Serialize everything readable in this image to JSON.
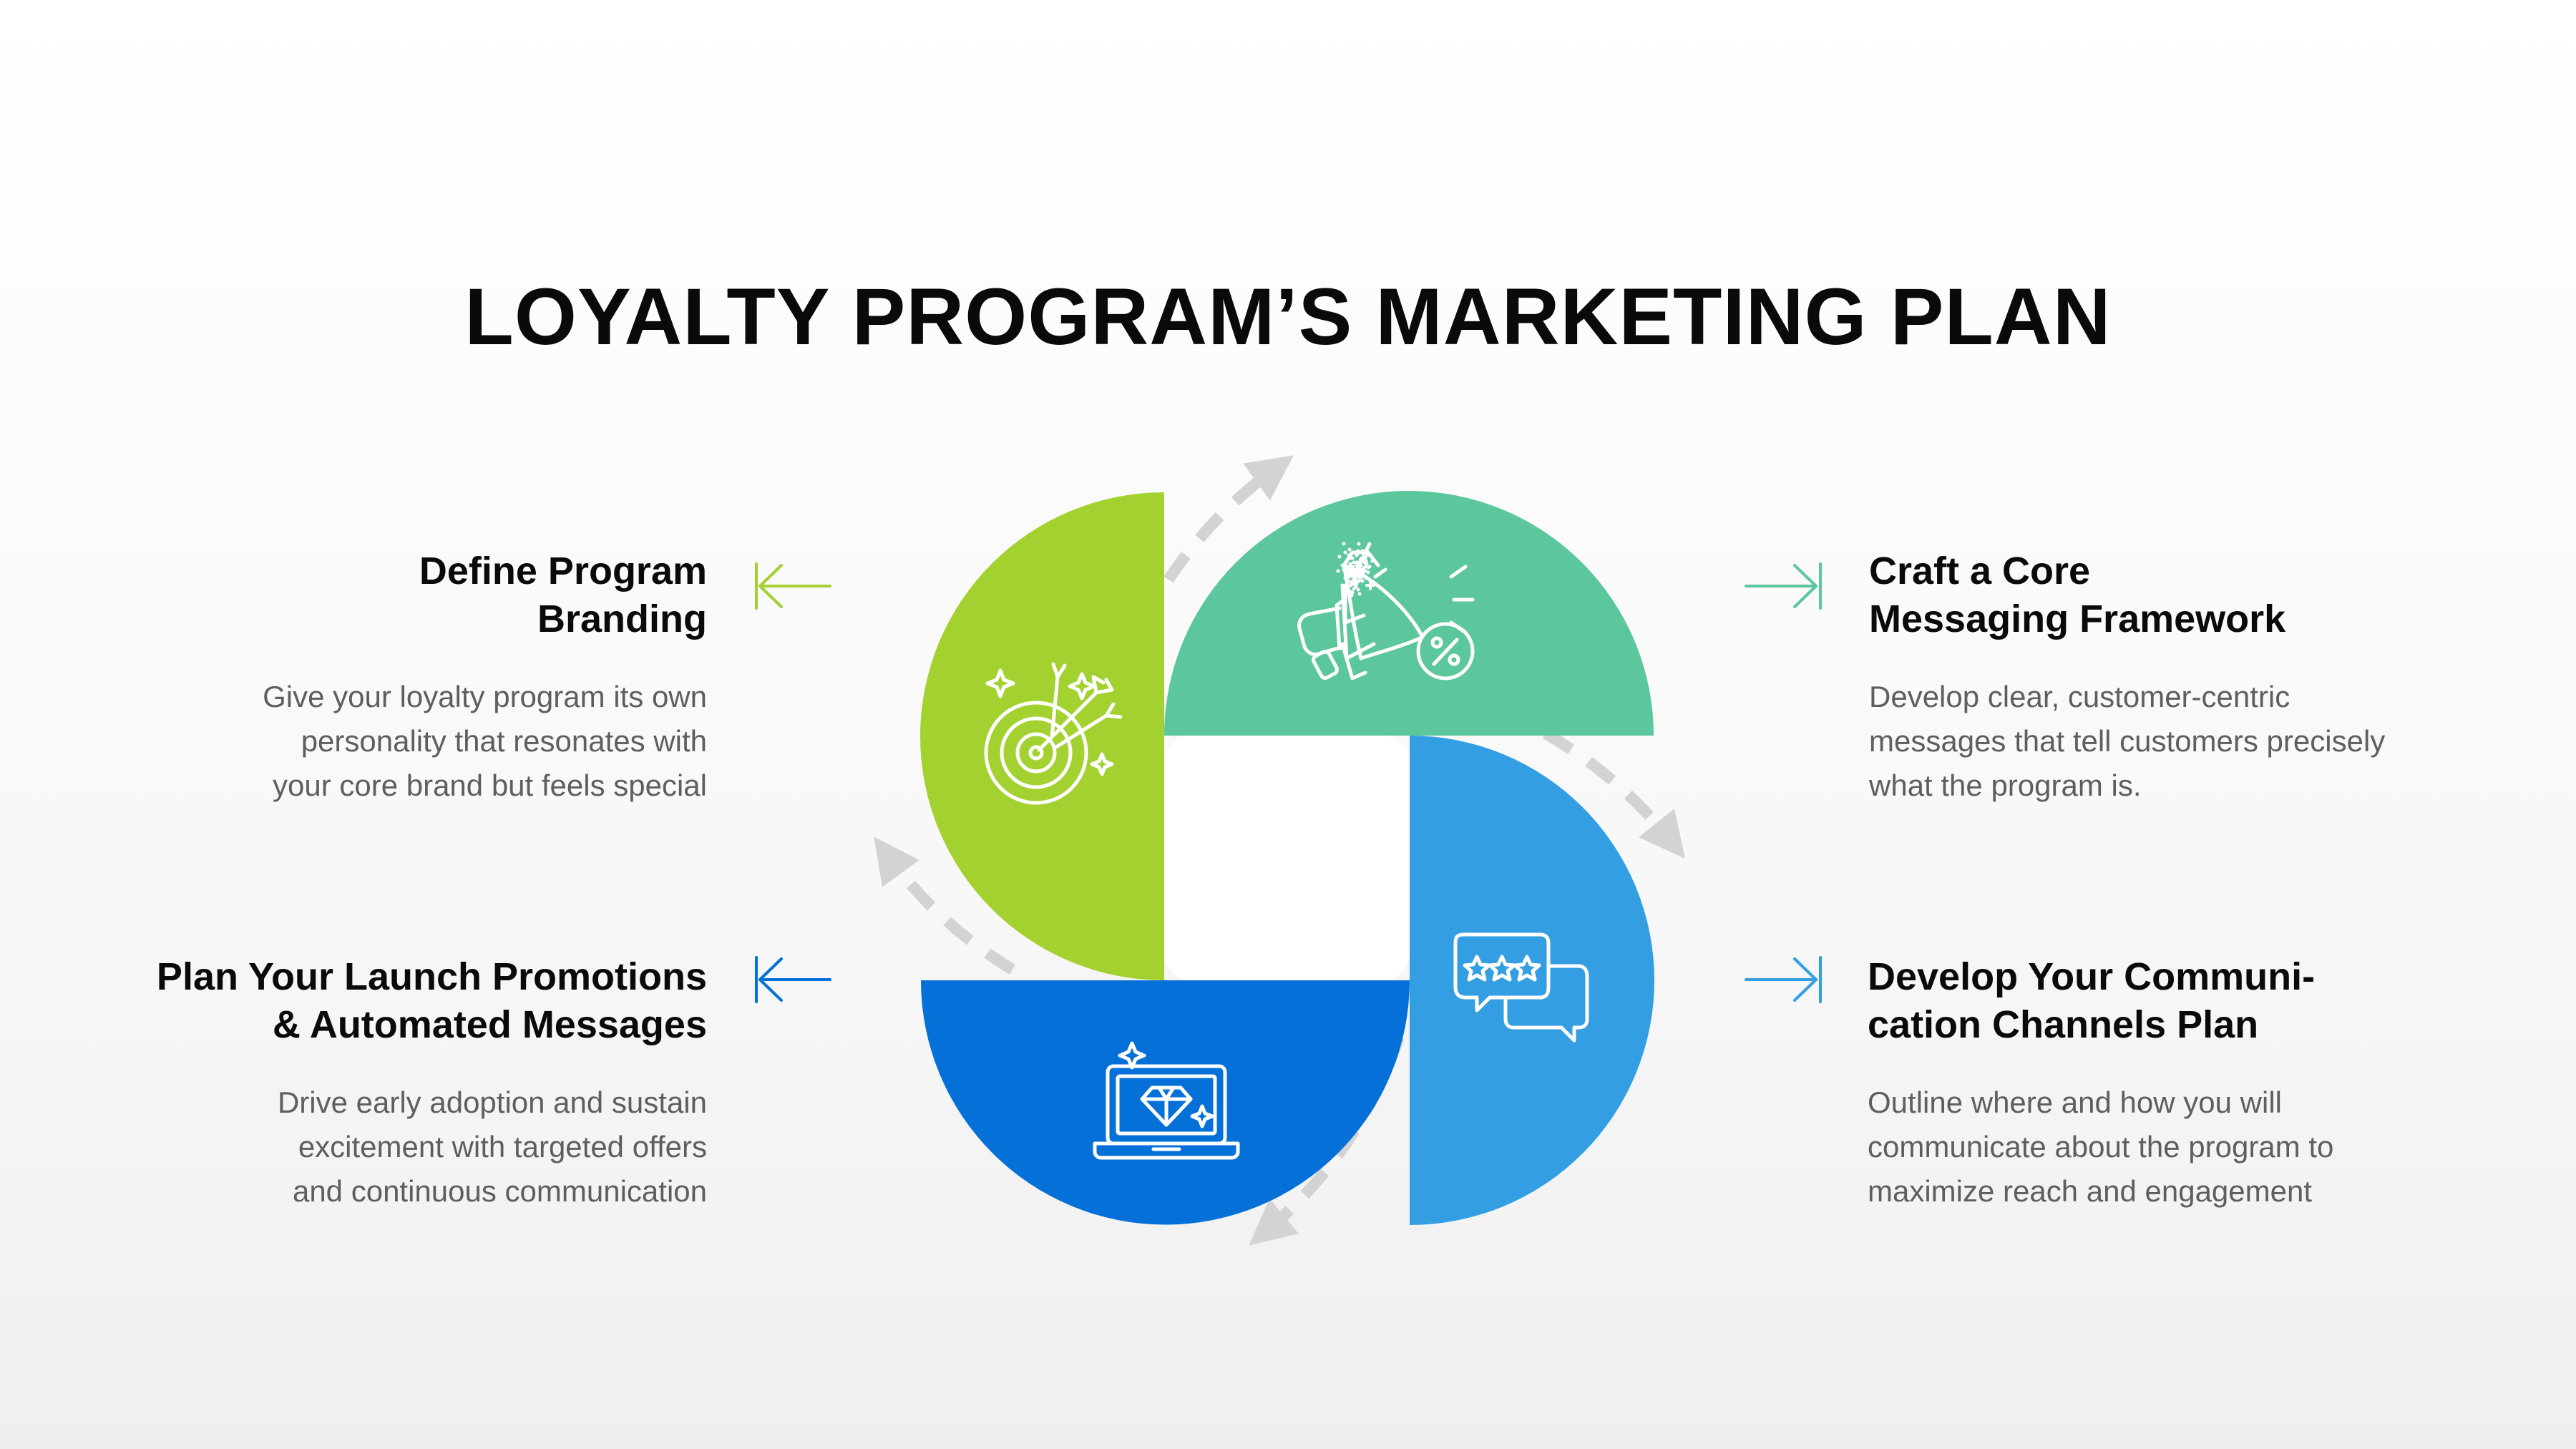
{
  "title": "LOYALTY PROGRAM’S MARKETING PLAN",
  "steps": [
    {
      "heading_lines": [
        "Define Program",
        "Branding"
      ],
      "desc_lines": [
        "Give your loyalty program its own",
        "personality that resonates with",
        "your core brand but feels special"
      ],
      "color": "#a3d130",
      "icon": "target-arrows-icon"
    },
    {
      "heading_lines": [
        "Craft a Core",
        "Messaging Framework"
      ],
      "desc_lines": [
        "Develop clear, customer-centric",
        "messages that tell customers precisely",
        "what the program is."
      ],
      "color": "#5cc69c",
      "icon": "megaphone-percent-icon"
    },
    {
      "heading_lines": [
        "Plan Your Launch Promotions",
        "& Automated Messages"
      ],
      "desc_lines": [
        "Drive early adoption and sustain",
        "excitement with targeted offers",
        "and continuous communication"
      ],
      "color": "#0571d8",
      "icon": "laptop-diamond-icon"
    },
    {
      "heading_lines": [
        "Develop Your Communi-",
        "cation Channels Plan"
      ],
      "desc_lines": [
        "Outline where and how you will",
        "communicate about the program to",
        "maximize reach and engagement"
      ],
      "color": "#339fe2",
      "icon": "chat-stars-icon"
    }
  ],
  "arrow_color": "#d3d3d3"
}
